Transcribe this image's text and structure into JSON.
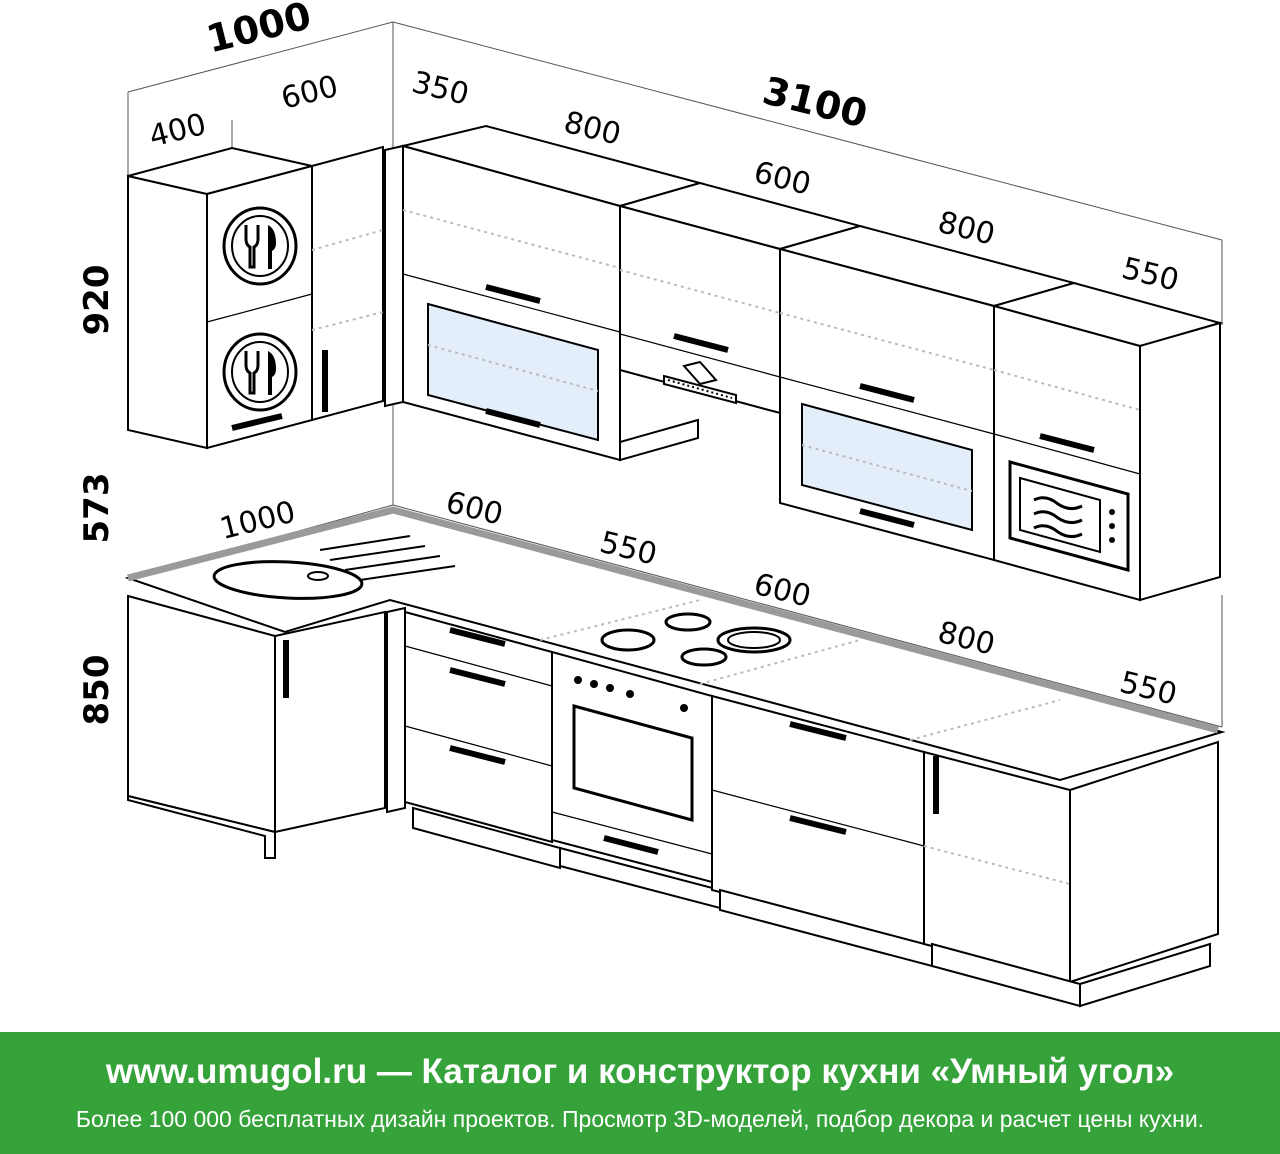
{
  "dimensions": {
    "upper_corner_total": "1000",
    "upper_corner_400": "400",
    "upper_corner_600": "600",
    "upper_350": "350",
    "upper_800_a": "800",
    "upper_total": "3100",
    "upper_600": "600",
    "upper_800_b": "800",
    "upper_550": "550",
    "height_upper": "920",
    "height_gap": "573",
    "height_base": "850",
    "base_corner_1000": "1000",
    "base_600": "600",
    "base_550": "550",
    "base_600_b": "600",
    "base_800": "800",
    "base_550_b": "550"
  },
  "banner": {
    "title": "www.umugol.ru — Каталог и конструктор кухни «Умный угол»",
    "subtitle": "Более 100 000 бесплатных дизайн проектов. Просмотр 3D-моделей, подбор декора и расчет цены кухни."
  },
  "colors": {
    "banner_bg": "#35a23a",
    "glass": "#e4eefb",
    "countertop_edge": "#9a9a9a"
  }
}
